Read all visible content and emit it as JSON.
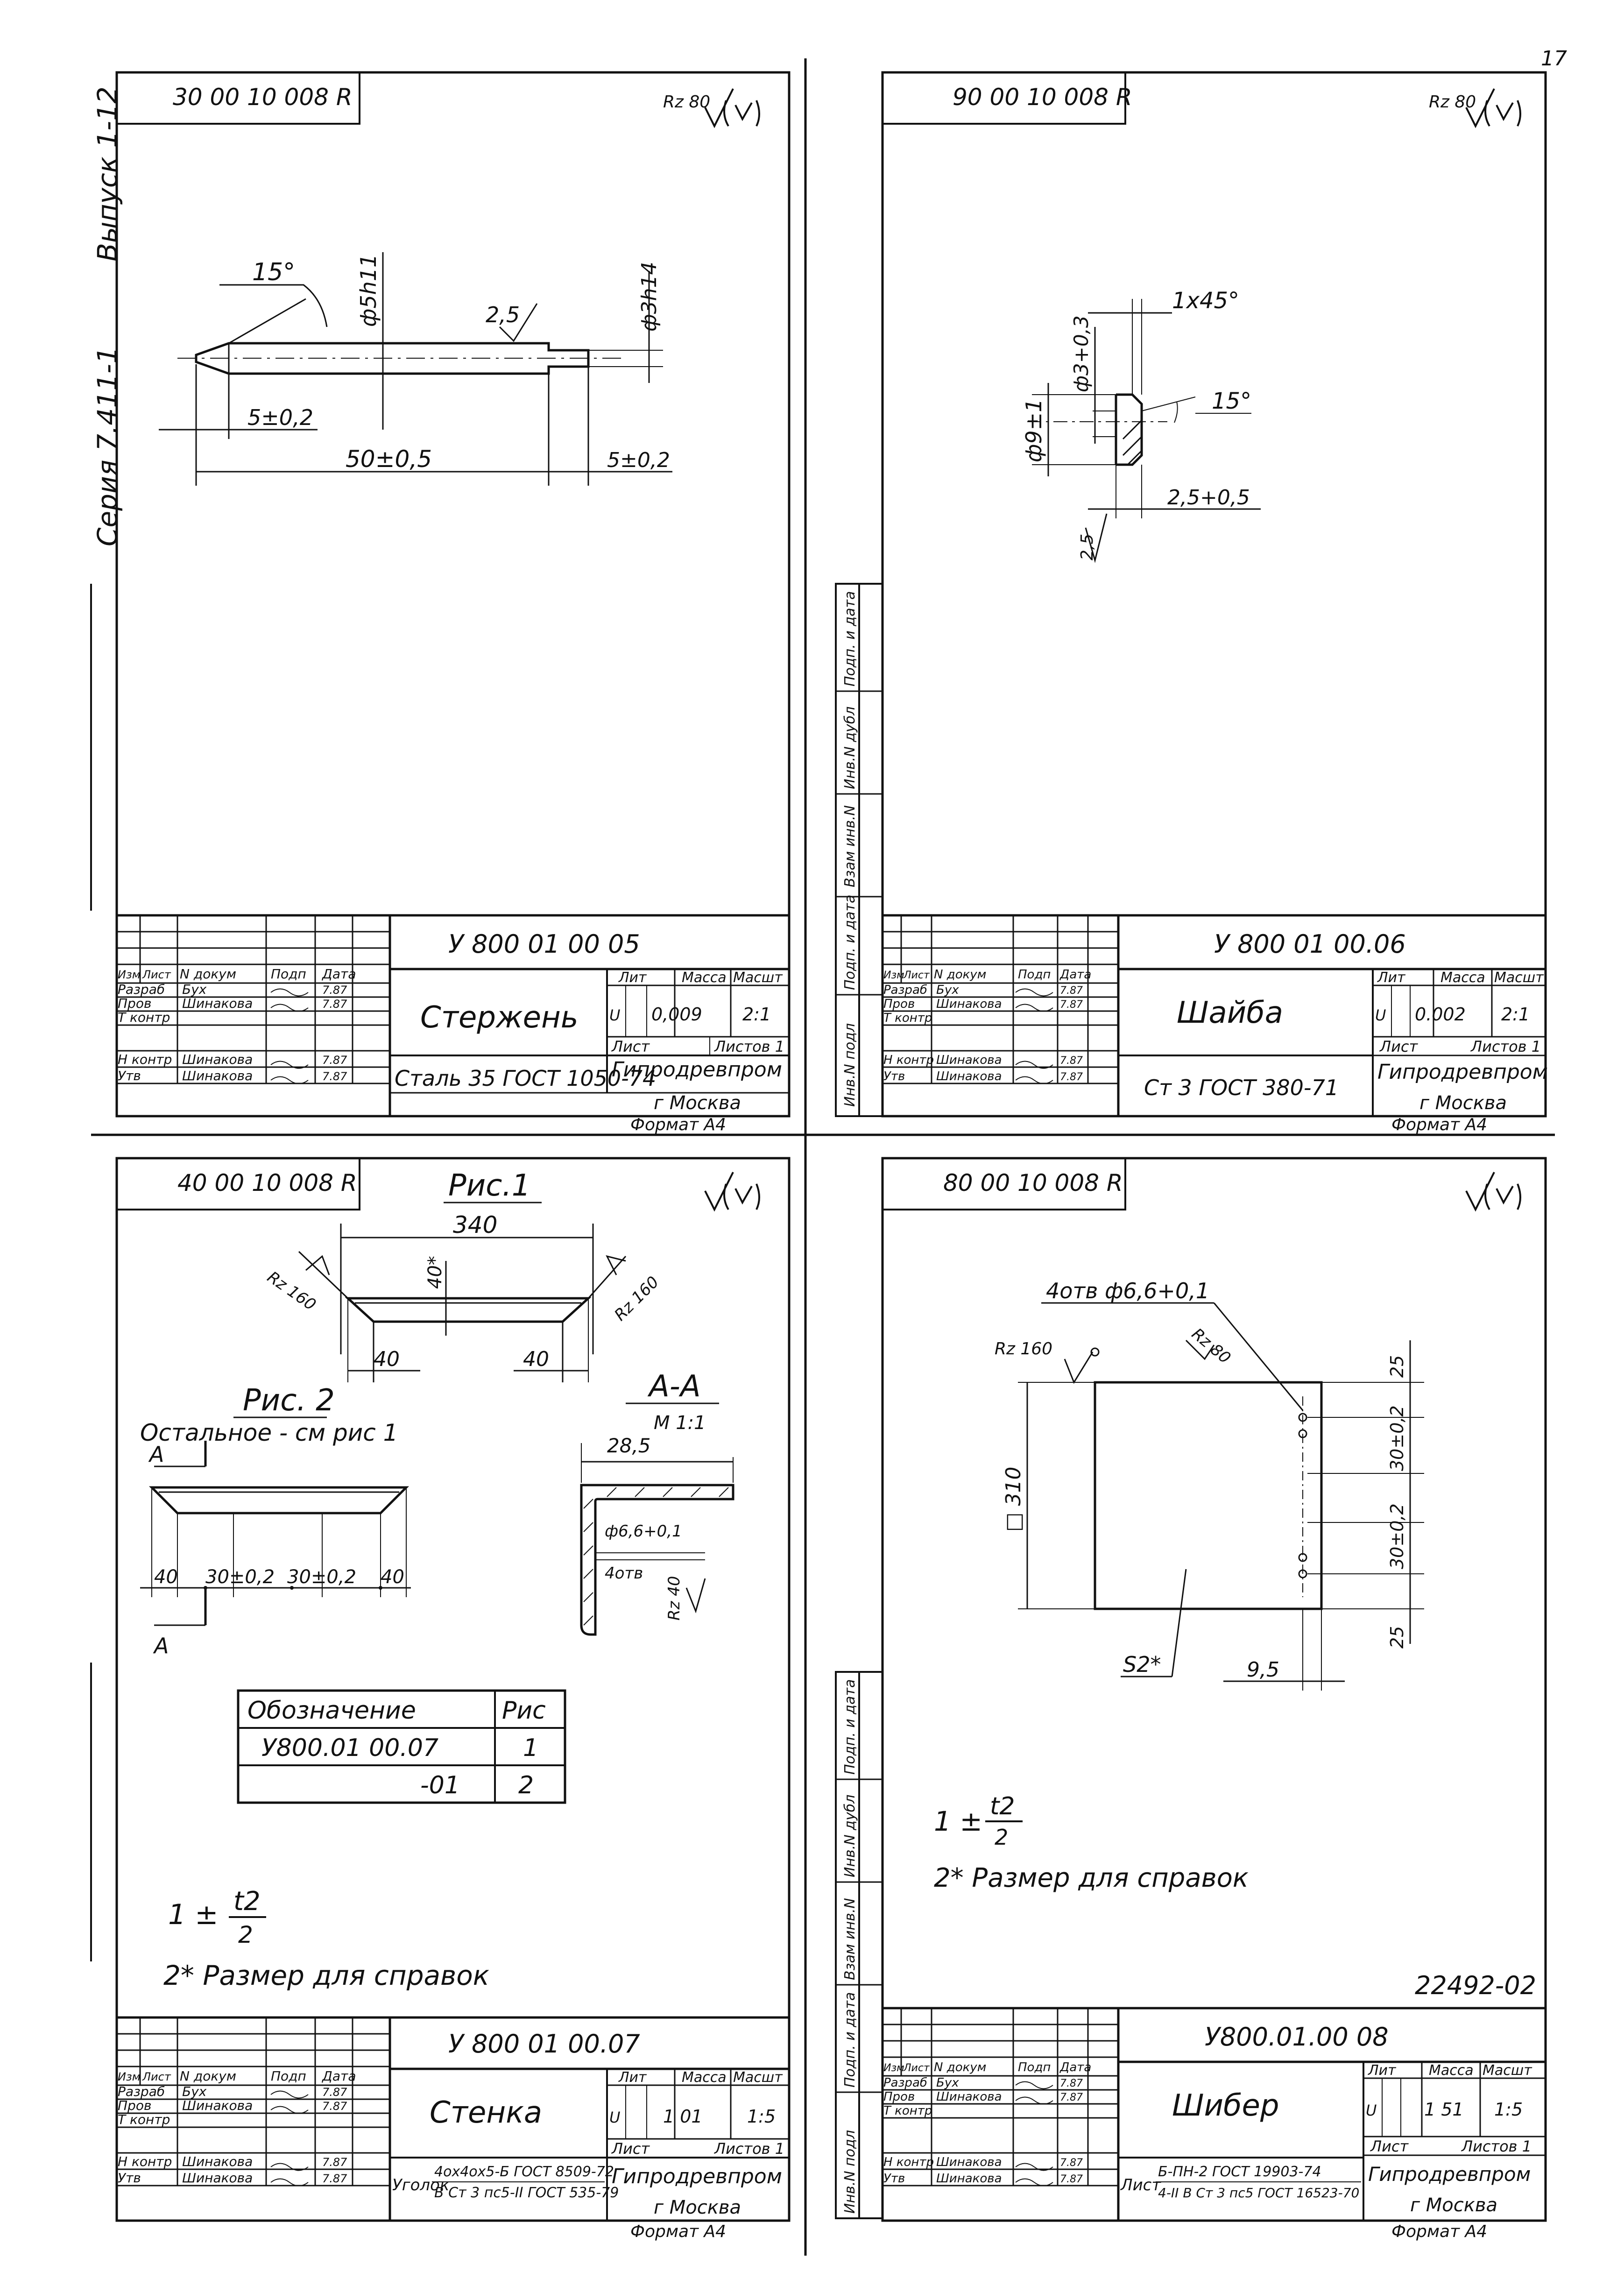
{
  "page_number": "17",
  "archive_number": "22492-02",
  "side_labels": {
    "seria": "Серия 7.411-1",
    "vypusk": "Выпуск 1-12",
    "cols": [
      "Инв.N подл",
      "Подп. и дата",
      "Взам инв.N",
      "Инв.N дубл",
      "Подп. и дата"
    ]
  },
  "title_headers": {
    "izm": "Изм",
    "list": "Лист",
    "ndoc": "N докум",
    "podp": "Подп",
    "data": "Дата",
    "razrab": "Разраб",
    "prov": "Пров",
    "tkontr": "Т контр",
    "nkontr": "Н контр",
    "utv": "Утв",
    "lit": "Лит",
    "massa": "Масса",
    "masht": "Масшт",
    "list2": "Лист",
    "listov": "Листов 1",
    "org": "Гипродревпром",
    "city": "г Москва",
    "format": "Формат А4",
    "buh": "Бух",
    "shin": "Шинакова",
    "d787": "7.87"
  },
  "sheets": [
    {
      "id": "sheet1",
      "corner_code": "30 00 10 008 R",
      "roughness": "Rz 80",
      "designation": "У 800 01 00 05",
      "name": "Стержень",
      "lit": "U",
      "mass": "0,009",
      "scale": "2:1",
      "material": "Сталь 35 ГОСТ 1050-74",
      "dims": {
        "angle": "15°",
        "d5": "ф5h11",
        "d3": "ф3h14",
        "r25": "2,5",
        "l5a": "5±0,2",
        "l50": "50±0,5",
        "l5b": "5±0,2"
      }
    },
    {
      "id": "sheet2",
      "corner_code": "90 00 10 008 R",
      "roughness": "Rz 80",
      "designation": "У 800 01 00.06",
      "name": "Шайба",
      "lit": "U",
      "mass": "0.002",
      "scale": "2:1",
      "material": "Ст 3 ГОСТ 380-71",
      "dims": {
        "chamfer": "1x45°",
        "d3": "ф3+0,3",
        "angle": "15°",
        "d9": "ф9±1",
        "t25": "2,5+0,5",
        "r25": "2,5"
      }
    },
    {
      "id": "sheet3",
      "corner_code": "40 00 10 008 R",
      "roughness": "",
      "designation": "У 800 01 00.07",
      "name": "Стенка",
      "lit": "U",
      "mass": "1 01",
      "scale": "1:5",
      "material_line1": "4ох4ох5-Б ГОСТ 8509-72",
      "material_line2": "В Ст 3 пс5-II ГОСТ 535-79",
      "material_prefix": "Уголок",
      "dims": {
        "ris1": "Рис.1",
        "l340": "340",
        "h40": "40*",
        "rz160a": "Rz 160",
        "rz160b": "Rz 160",
        "l40a": "40",
        "l40b": "40",
        "ris2": "Рис. 2",
        "ostalnoe": "Остальное - см рис 1",
        "a_label": "А",
        "aa": "А-А",
        "m11": "М 1:1",
        "w285": "28,5",
        "d66": "ф6,6+0,1",
        "otv4": "4отв",
        "rz40": "Rz 40",
        "b40a": "40",
        "b30a": "30±0,2",
        "b30b": "30±0,2",
        "b40b": "40"
      },
      "table": {
        "h1": "Обозначение",
        "h2": "Рис",
        "r1c1": "У800.01 00.07",
        "r1c2": "1",
        "r2c1": "-01",
        "r2c2": "2"
      },
      "notes": {
        "n1a": "1 ±",
        "n1frac_top": "t2",
        "n1frac_bot": "2",
        "n2": "2* Размер для справок"
      }
    },
    {
      "id": "sheet4",
      "corner_code": "80 00 10 008 R",
      "roughness": "",
      "designation": "У800.01.00 08",
      "name": "Шибер",
      "lit": "U",
      "mass": "1 51",
      "scale": "1:5",
      "material_prefix": "Лист",
      "material_line1": "Б-ПН-2 ГОСТ 19903-74",
      "material_line2": "4-II В Ст 3 пс5 ГОСТ 16523-70",
      "dims": {
        "holes": "4отв ф6,6+0,1",
        "rz160": "Rz 160",
        "rz80": "Rz 80",
        "sq310": "□ 310",
        "v25a": "25",
        "v30a": "30±0,2",
        "v30b": "30±0,2",
        "v25b": "25",
        "s2": "S2*",
        "w95": "9,5"
      },
      "notes": {
        "n1a": "1 ±",
        "n1frac_top": "t2",
        "n1frac_bot": "2",
        "n2": "2* Размер для справок"
      }
    }
  ]
}
